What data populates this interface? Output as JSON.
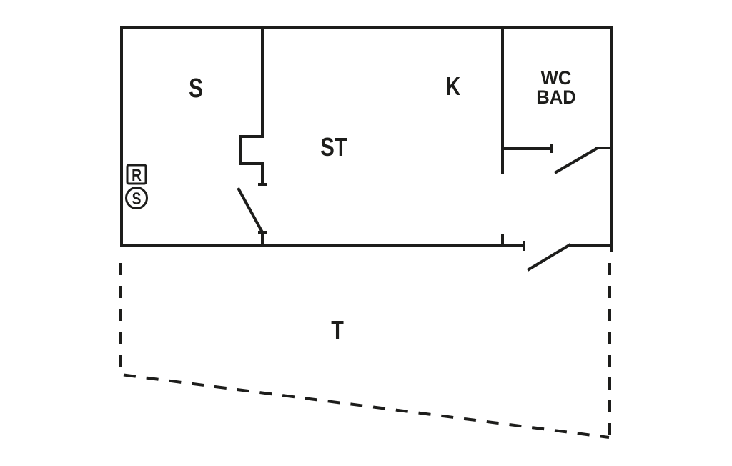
{
  "colors": {
    "line": "#1d1d1b",
    "background": "#ffffff"
  },
  "rooms": {
    "s": {
      "label": "S"
    },
    "st": {
      "label": "ST"
    },
    "k": {
      "label": "K"
    },
    "wc": {
      "line1": "WC",
      "line2": "BAD"
    },
    "t": {
      "label": "T"
    }
  },
  "symbols": {
    "r": {
      "label": "R",
      "shape": "square"
    },
    "s": {
      "label": "S",
      "shape": "circle"
    }
  }
}
